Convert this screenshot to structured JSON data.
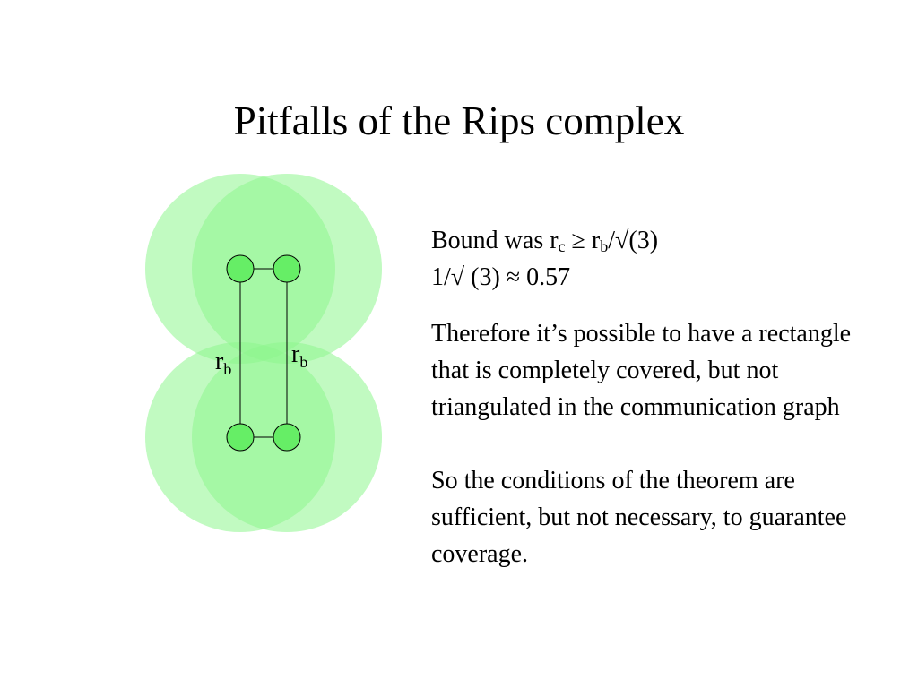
{
  "slide": {
    "title": "Pitfalls of the Rips complex"
  },
  "diagram": {
    "label_left_main": "r",
    "label_left_sub": "b",
    "label_right_main": "r",
    "label_right_sub": "b",
    "colors": {
      "circle_fill": "#8ef58e",
      "circle_opacity": "0.55",
      "node_fill": "#66ee66",
      "stroke": "#000000"
    }
  },
  "text": {
    "bound_prefix": "Bound was r",
    "bound_sub_c": "c",
    "bound_mid": " ≥ r",
    "bound_sub_b": "b",
    "bound_suffix": "/√(3)",
    "approx": "1/√ (3) ≈ 0.57",
    "paragraph1": "Therefore it’s possible to have a rectangle that is completely covered, but not triangulated in the communication graph",
    "paragraph2": "So the conditions of the theorem are sufficient, but not necessary, to guarantee coverage."
  }
}
